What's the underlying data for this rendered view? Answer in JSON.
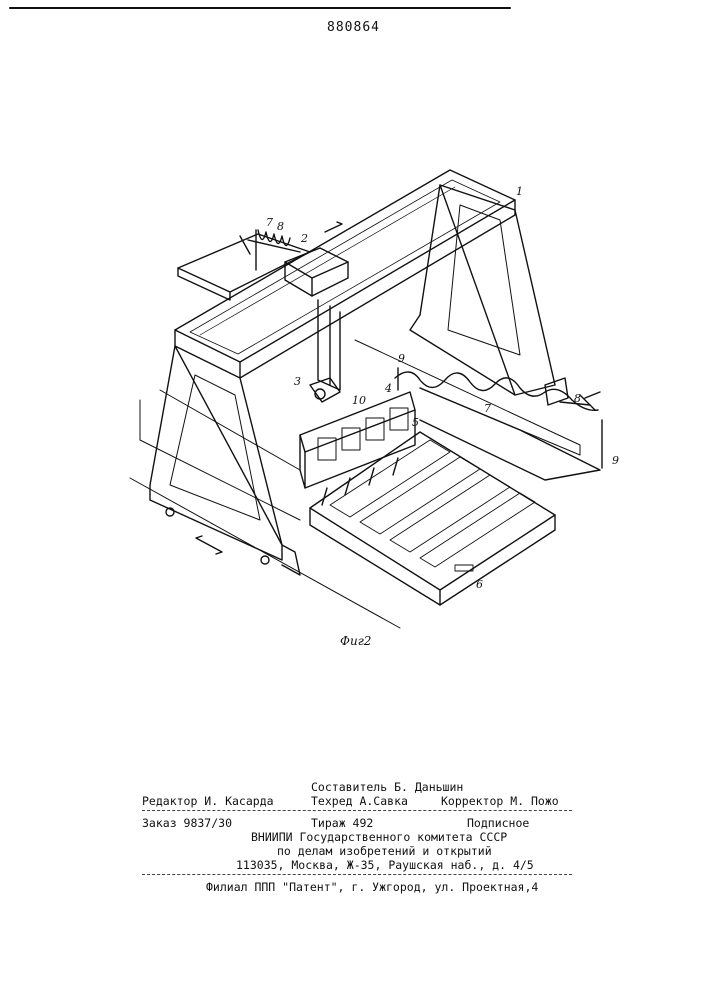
{
  "patent_number": "880864",
  "figure": {
    "caption": "Фиг2",
    "labels": [
      "1",
      "2",
      "3",
      "4",
      "5",
      "6",
      "7",
      "8",
      "9",
      "7",
      "8",
      "9",
      "10"
    ]
  },
  "imprint": {
    "compiler": "Составитель Б. Даньшин",
    "editor": "Редактор И. Касарда",
    "techred": "Техред А.Савка",
    "corrector": "Корректор М. Пожо",
    "order": "Заказ 9837/30",
    "circulation": "Тираж 492",
    "subscription": "Подписное",
    "org_line1": "ВНИИПИ Государственного комитета СССР",
    "org_line2": "по делам изобретений и открытий",
    "address": "113035, Москва, Ж-35, Раушская наб., д. 4/5",
    "branch": "Филиал ППП \"Патент\", г. Ужгород, ул. Проектная,4"
  }
}
